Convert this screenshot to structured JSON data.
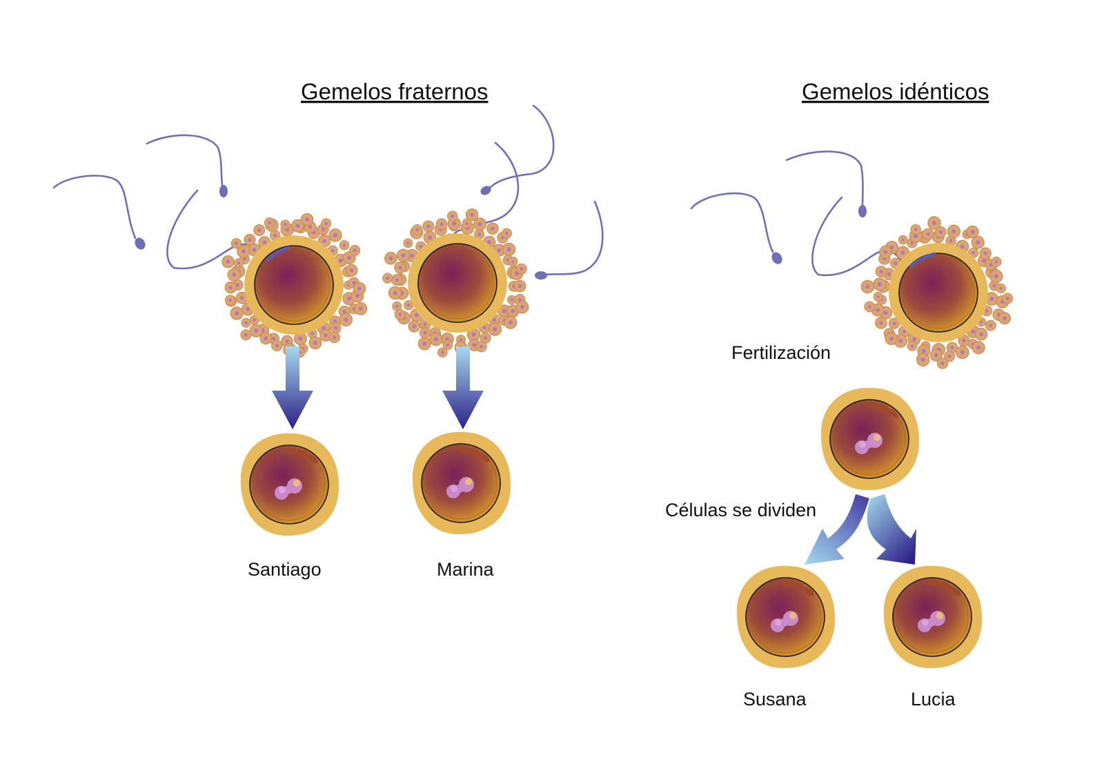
{
  "titles": {
    "fraternal": "Gemelos fraternos",
    "identical": "Gemelos idénticos"
  },
  "labels": {
    "fertilization": "Fertilización",
    "cells_divide": "Células se dividen",
    "twin_1": "Santiago",
    "twin_2": "Marina",
    "twin_3": "Susana",
    "twin_4": "Lucia"
  },
  "colors": {
    "sperm": "#6f6fb8",
    "cell_rim": "#e8b95b",
    "follicle_cell": "#d9a070",
    "arrow_dark": "#34288f",
    "arrow_light": "#9fd3ea"
  }
}
